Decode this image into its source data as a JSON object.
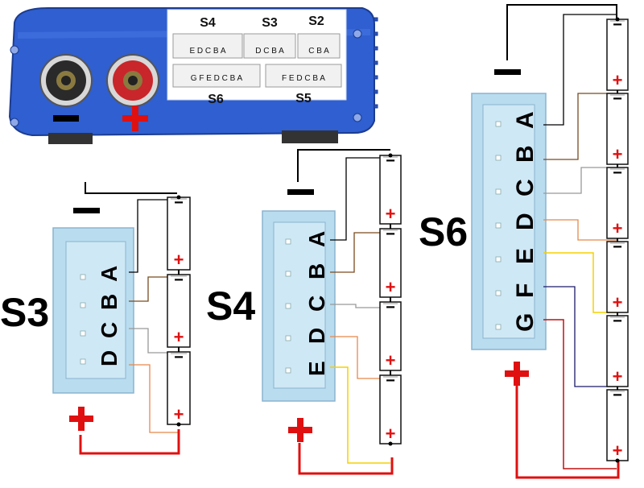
{
  "device": {
    "sockets": {
      "s4": "S4",
      "s3": "S3",
      "s2": "S2",
      "s6": "S6",
      "s5": "S5"
    },
    "pins_row_top": {
      "s4": "E D C B A",
      "s3": "D C B A",
      "s2": "C B A"
    },
    "pins_row_bottom": {
      "s6": "G F E D C B A",
      "s5": "F E D C B A"
    },
    "minus_symbol": "−",
    "plus_symbol": "+"
  },
  "diagrams": [
    {
      "label": "S3",
      "pins": [
        "D",
        "C",
        "B",
        "A"
      ],
      "cells": 3
    },
    {
      "label": "S4",
      "pins": [
        "E",
        "D",
        "C",
        "B",
        "A"
      ],
      "cells": 4
    },
    {
      "label": "S6",
      "pins": [
        "G",
        "F",
        "E",
        "D",
        "C",
        "B",
        "A"
      ],
      "cells": 6
    }
  ],
  "symbols": {
    "minus": "−",
    "plus": "+"
  },
  "colors": {
    "device_blue": "#2f5fd0",
    "connector": "#b9dcef",
    "positive": "#e01010",
    "wire_black": "#000000",
    "wire_brown": "#7a4a1f",
    "wire_gray": "#999999",
    "wire_orange": "#e8884a",
    "wire_yellow": "#f5d000",
    "wire_navy": "#1a1a6a",
    "wire_red": "#c01010"
  }
}
